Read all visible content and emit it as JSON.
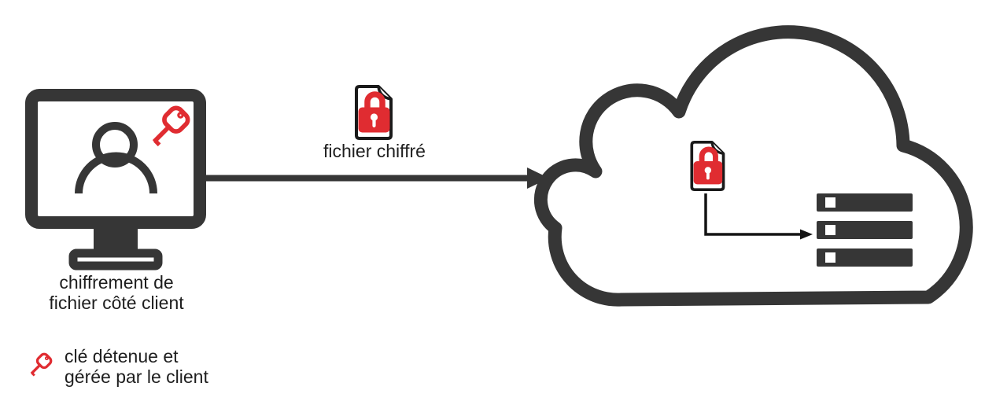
{
  "colors": {
    "dark": "#363636",
    "red": "#e02c31",
    "ink": "#1e1e1e",
    "line": "#141414",
    "background": "#ffffff"
  },
  "client": {
    "icons": [
      "monitor-icon",
      "user-icon",
      "key-icon"
    ],
    "caption": {
      "line1": "chiffrement de",
      "line2": "fichier côté client"
    }
  },
  "transfer": {
    "icon": "encrypted-file-icon",
    "label": "fichier chiffré",
    "arrow_direction": "left-to-right"
  },
  "cloud": {
    "icon": "cloud-icon",
    "contains": [
      "encrypted-file-icon",
      "server-stack-icon"
    ],
    "server_count": 3,
    "arrow_direction": "down-then-right"
  },
  "legend": {
    "icon": "key-icon",
    "line1": "clé détenue et",
    "line2": "gérée par le client"
  }
}
